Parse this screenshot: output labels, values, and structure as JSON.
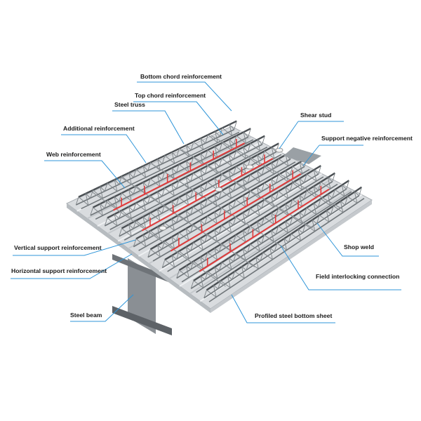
{
  "colors": {
    "leader": "#2f95d8",
    "truss": "#6f7579",
    "truss_dark": "#4a4f53",
    "sheet": "#d9dcdf",
    "sheet_rib": "#eef0f2",
    "sheet_edge": "#a9aeb3",
    "reinforcement": "#e23b3b",
    "beam": "#8a8f94",
    "beam_dark": "#5d6267"
  },
  "labels": {
    "bottom_chord": "Bottom chord reinforcement",
    "top_chord": "Top chord reinforcement",
    "steel_truss": "Steel truss",
    "additional": "Additional reinforcement",
    "web": "Web reinforcement",
    "shear_stud": "Shear stud",
    "support_negative": "Support negative reinforcement",
    "shop_weld": "Shop weld",
    "vertical_support": "Vertical support reinforcement",
    "horizontal_support": "Horizontal support reinforcement",
    "field_interlocking": "Field interlocking connection",
    "steel_beam": "Steel beam",
    "profiled_sheet": "Profiled steel bottom sheet"
  }
}
